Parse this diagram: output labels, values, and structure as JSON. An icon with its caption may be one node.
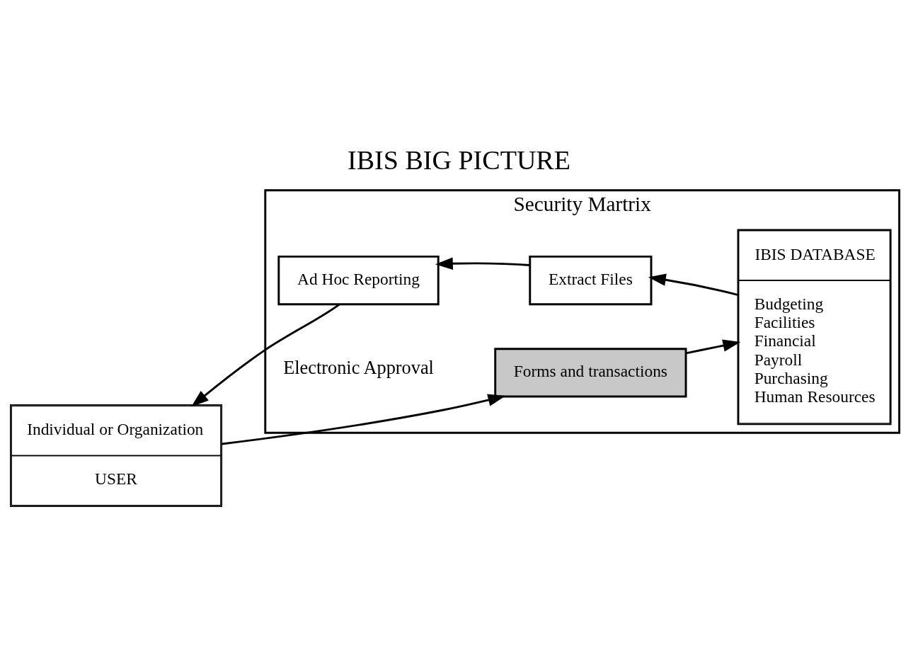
{
  "diagram": {
    "title": "IBIS BIG PICTURE",
    "nodes": [
      {
        "text": [
          "Security Martrix"
        ]
      },
      {
        "text": [
          "Individual or Organization",
          "USER"
        ]
      },
      {
        "text": [
          "Forms and transactions"
        ],
        "in": 0
      },
      {
        "text": [
          "IBIS DATABASE",
          "Budgeting",
          "Facilities",
          "Financial",
          "Payroll",
          "Purchasing",
          "Human Resources"
        ],
        "in": 0
      },
      {
        "text": [
          "Ad Hoc Reporting"
        ],
        "in": 0
      },
      {
        "text": [
          "Extract Files"
        ],
        "in": 0
      }
    ],
    "edges": [
      {
        "from": 1,
        "to": 2,
        "arrow": "to"
      },
      {
        "from": 2,
        "to": 3,
        "arrow": "to"
      },
      {
        "from": 3,
        "to": 5,
        "arrow": "to"
      },
      {
        "from": 5,
        "to": 4,
        "arrow": "to"
      },
      {
        "from": 4,
        "to": 1,
        "arrow": "to"
      }
    ],
    "labels": [
      "Electronic Approval"
    ]
  }
}
